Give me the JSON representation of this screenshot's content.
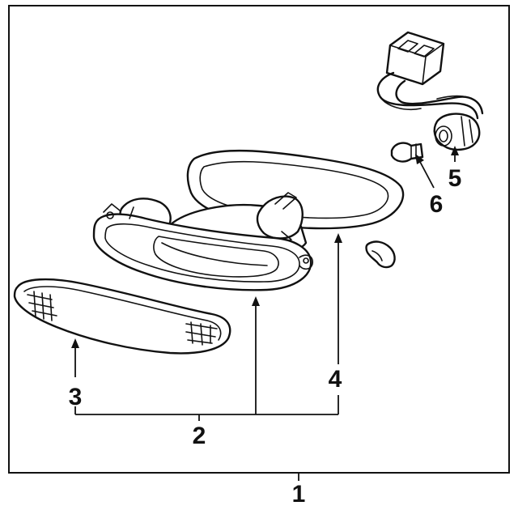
{
  "diagram": {
    "frame_color": "#111111",
    "line_color": "#111111",
    "callouts": [
      {
        "id": "1",
        "label": "1"
      },
      {
        "id": "2",
        "label": "2"
      },
      {
        "id": "3",
        "label": "3"
      },
      {
        "id": "4",
        "label": "4"
      },
      {
        "id": "5",
        "label": "5"
      },
      {
        "id": "6",
        "label": "6"
      }
    ],
    "parts": [
      {
        "callout": "3",
        "part": "lens"
      },
      {
        "callout": "2",
        "part": "housing"
      },
      {
        "callout": "4",
        "part": "bezel-gasket"
      },
      {
        "callout": "5",
        "part": "socket-harness"
      },
      {
        "callout": "6",
        "part": "bulb"
      }
    ]
  }
}
